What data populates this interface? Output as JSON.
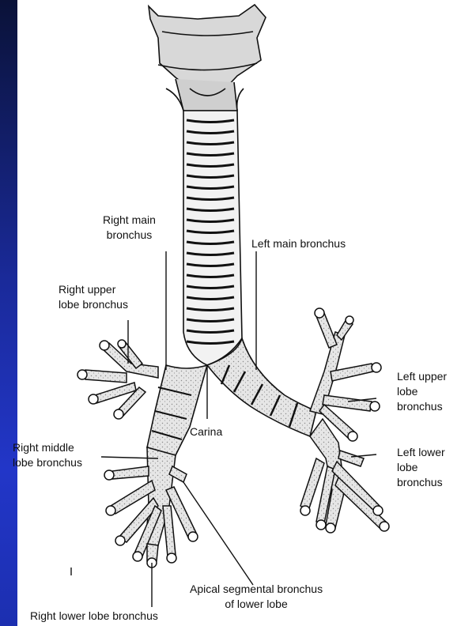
{
  "labels": {
    "right_main": [
      "Right main",
      "bronchus"
    ],
    "left_main": "Left main bronchus",
    "right_upper": [
      "Right upper",
      "lobe bronchus"
    ],
    "left_upper": [
      "Left upper",
      "lobe",
      "bronchus"
    ],
    "carina": "Carina",
    "right_middle": [
      "Right middle",
      "lobe bronchus"
    ],
    "left_lower": [
      "Left lower",
      "lobe",
      "bronchus"
    ],
    "apical": [
      "Apical segmental bronchus",
      "of lower lobe"
    ],
    "right_lower": "Right lower lobe bronchus"
  },
  "colors": {
    "background": "#0d1c6e",
    "paper": "#ffffff",
    "ink": "#111111",
    "fill": "#dcdcdc"
  }
}
